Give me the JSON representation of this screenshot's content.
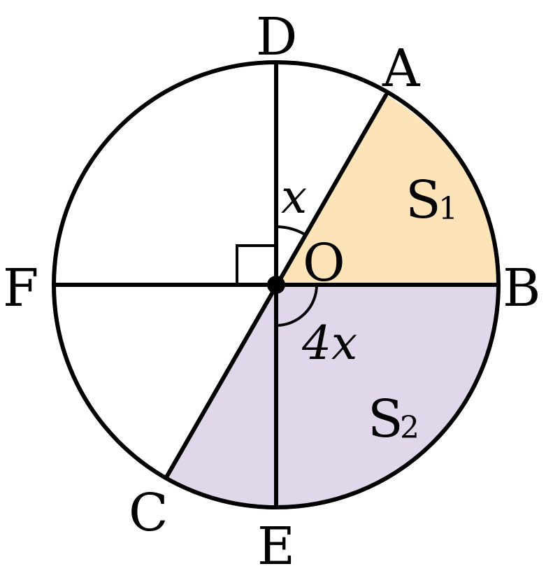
{
  "figure": {
    "points": {
      "A": "A",
      "B": "B",
      "C": "C",
      "D": "D",
      "E": "E",
      "F": "F",
      "O": "O"
    },
    "angles": {
      "angle_DOA": "x",
      "angle_BOE": "4x"
    },
    "regions": {
      "s1": {
        "letter": "S",
        "subscript": "1",
        "color": "#fde3b8"
      },
      "s2": {
        "letter": "S",
        "subscript": "2",
        "color": "#e1d7ea"
      }
    },
    "line_color": "#000000"
  }
}
